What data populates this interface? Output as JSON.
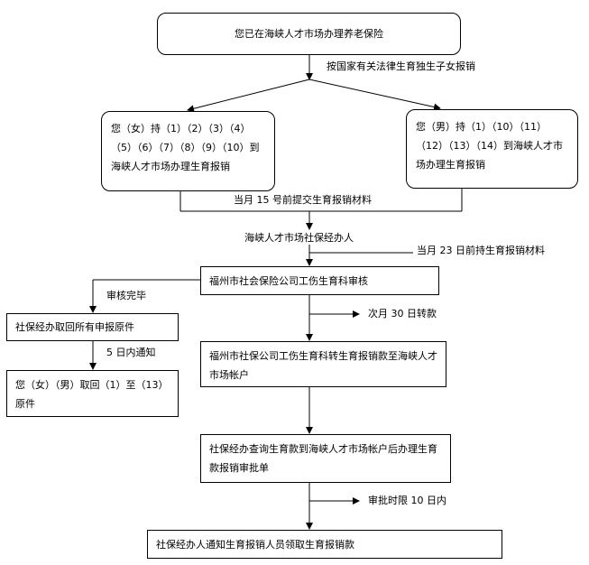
{
  "nodes": {
    "n1": "您已在海峡人才市场办理养老保险",
    "n2_female": "您（女）持（1）（2）（3）（4）（5）（6）（7）（8）（9）（10）到海峡人才市场办理生育报销",
    "n3_male": "您（男）持（1）（10）（11）（12）（13）（14）到海峡人才市场办理生育报销",
    "n4": "福州市社会保险公司工伤生育科审核",
    "n5": "社保经办取回所有申报原件",
    "n6": "您（女）（男）取回（1）至（13）原件",
    "n7": "福州市社保公司工伤生育科转生育报销款至海峡人才市场帐户",
    "n8": "社保经办查询生育款到海峡人才市场帐户后办理生育款报销审批单",
    "n9": "社保经办人通知生育报销人员领取生育报销款"
  },
  "labels": {
    "l1": "按国家有关法律生育独生子女报销",
    "l2": "当月 15 号前提交生育报销材料",
    "l3": "海峡人才市场社保经办人",
    "l4": "当月 23 日前持生育报销材料",
    "l5": "审核完毕",
    "l6": "5 日内通知",
    "l7": "次月 30 日转款",
    "l8": "审批时限 10 日内"
  }
}
